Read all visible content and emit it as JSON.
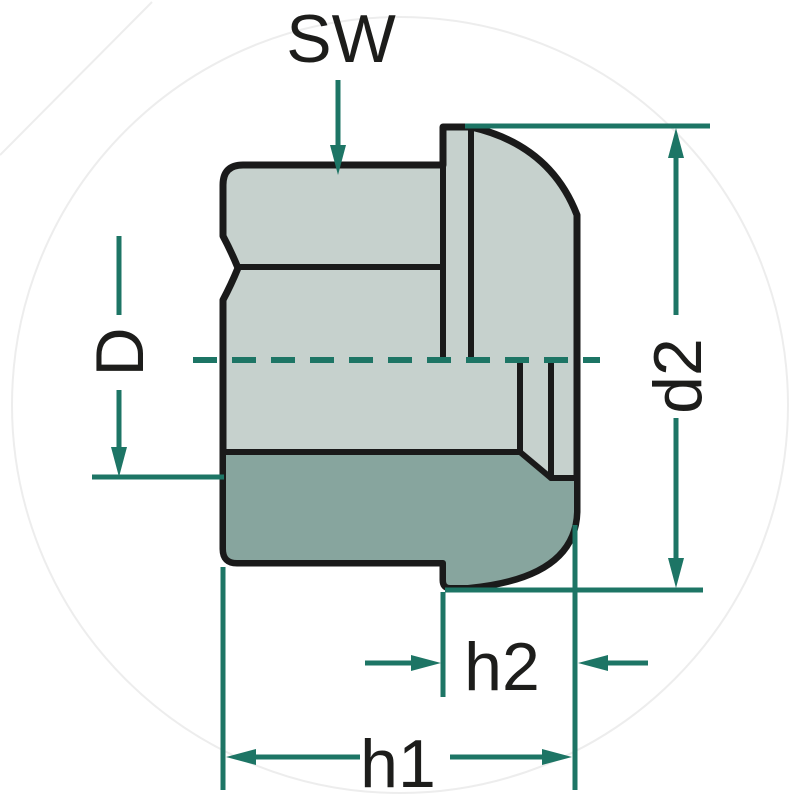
{
  "diagram": {
    "labels": {
      "sw": "SW",
      "d": "D",
      "d2": "d2",
      "h2": "h2",
      "h1": "h1"
    },
    "colors": {
      "bg": "#ffffff",
      "body": "#c6d1cd",
      "cone": "#87a59e",
      "outline": "#1a1a1a",
      "dim": "#1d7565",
      "text": "#1d1d1b",
      "watermark": "#ededed"
    }
  }
}
